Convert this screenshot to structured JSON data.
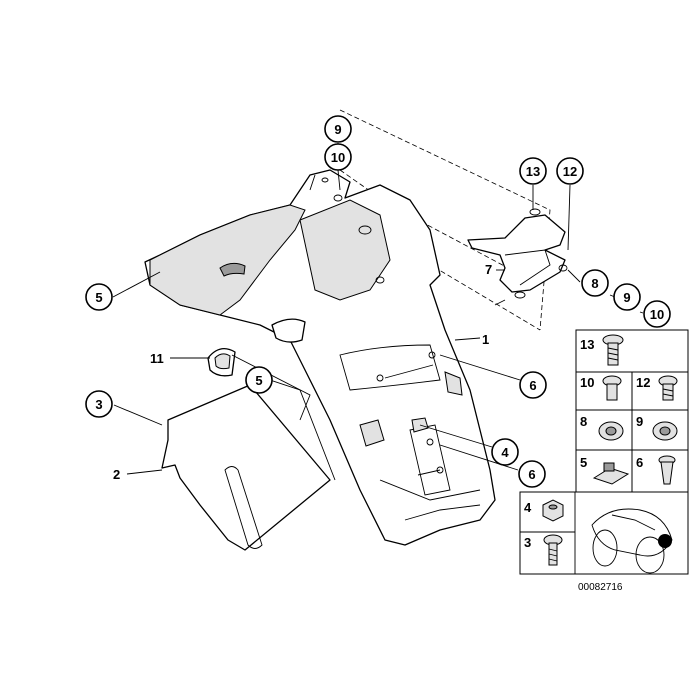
{
  "diagram": {
    "reference_number": "00082716",
    "callouts": [
      {
        "id": "c9a",
        "label": "9"
      },
      {
        "id": "c10a",
        "label": "10"
      },
      {
        "id": "c13",
        "label": "13"
      },
      {
        "id": "c12",
        "label": "12"
      },
      {
        "id": "c8",
        "label": "8"
      },
      {
        "id": "c9b",
        "label": "9"
      },
      {
        "id": "c10b",
        "label": "10"
      },
      {
        "id": "c5a",
        "label": "5"
      },
      {
        "id": "c5b",
        "label": "5"
      },
      {
        "id": "c3",
        "label": "3"
      },
      {
        "id": "c6a",
        "label": "6"
      },
      {
        "id": "c4",
        "label": "4"
      },
      {
        "id": "c6b",
        "label": "6"
      }
    ],
    "plain_labels": [
      {
        "id": "l7",
        "label": "7"
      },
      {
        "id": "l1",
        "label": "1"
      },
      {
        "id": "l11",
        "label": "11"
      },
      {
        "id": "l2",
        "label": "2"
      }
    ],
    "parts_table": [
      {
        "label": "13"
      },
      {
        "label": "10"
      },
      {
        "label": "12"
      },
      {
        "label": "8"
      },
      {
        "label": "9"
      },
      {
        "label": "5"
      },
      {
        "label": "6"
      },
      {
        "label": "4"
      },
      {
        "label": "3"
      }
    ]
  }
}
